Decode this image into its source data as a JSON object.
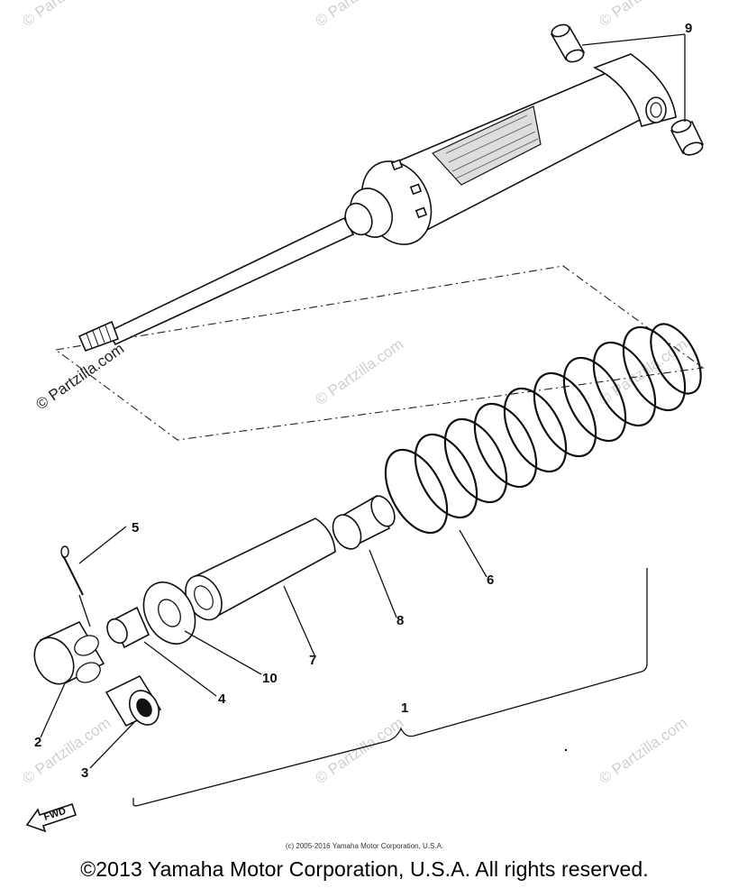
{
  "watermark": {
    "text": "© Partzilla.com"
  },
  "callouts": {
    "c1": "1",
    "c2": "2",
    "c3": "3",
    "c4": "4",
    "c5": "5",
    "c6": "6",
    "c7": "7",
    "c8": "8",
    "c9": "9",
    "c10": "10"
  },
  "fwd_label": "FWD",
  "copyright_small": "(c) 2005-2016 Yamaha Motor Corporation, U.S.A.",
  "copyright_main": "©2013 Yamaha Motor Corporation, U.S.A. All rights reserved."
}
